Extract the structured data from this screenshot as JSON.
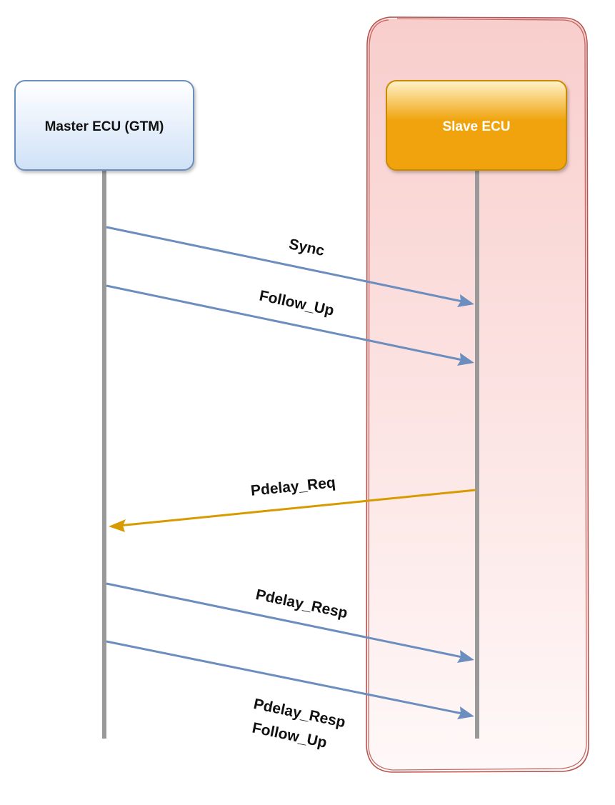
{
  "colors": {
    "master_fill_top": "#ffffff",
    "master_fill_bottom": "#cfe1f7",
    "master_stroke": "#6c8ebf",
    "slave_fill_top": "#fff3cc",
    "slave_fill_bottom": "#f0a30a",
    "slave_stroke": "#c98a06",
    "lifeline": "#999999",
    "arrow_blue": "#6c8ebf",
    "arrow_orange": "#d79b00",
    "region_stroke": "#b85450",
    "region_fill_top": "#f8cecc",
    "region_fill_bottom": "#fff8f8"
  },
  "nodes": {
    "master": {
      "label": "Master ECU (GTM)"
    },
    "slave": {
      "label": "Slave ECU"
    }
  },
  "messages": [
    {
      "id": "sync",
      "label": "Sync",
      "direction": "master-to-slave"
    },
    {
      "id": "follow-up",
      "label": "Follow_Up",
      "direction": "master-to-slave"
    },
    {
      "id": "pdelay-req",
      "label": "Pdelay_Req",
      "direction": "slave-to-master"
    },
    {
      "id": "pdelay-resp",
      "label": "Pdelay_Resp",
      "direction": "master-to-slave"
    },
    {
      "id": "pdelay-resp-follow-up",
      "label_line1": "Pdelay_Resp",
      "label_line2": "Follow_Up",
      "direction": "master-to-slave"
    }
  ]
}
